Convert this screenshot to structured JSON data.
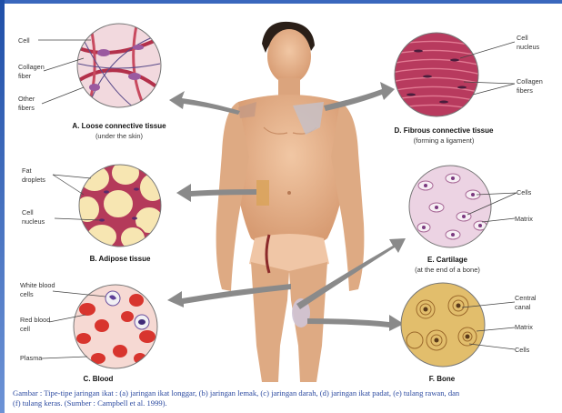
{
  "panels": {
    "a": {
      "title": "A. Loose connective tissue",
      "subtitle": "(under the skin)",
      "labels": [
        "Cell",
        "Collagen",
        "fiber",
        "Other",
        "fibers"
      ]
    },
    "b": {
      "title": "B. Adipose tissue",
      "labels": [
        "Fat",
        "droplets",
        "Cell",
        "nucleus"
      ]
    },
    "c": {
      "title": "C. Blood",
      "labels": [
        "White blood",
        "cells",
        "Red blood",
        "cell",
        "Plasma"
      ]
    },
    "d": {
      "title": "D. Fibrous connective tissue",
      "subtitle": "(forming a ligament)",
      "labels": [
        "Cell",
        "nucleus",
        "Collagen",
        "fibers"
      ]
    },
    "e": {
      "title": "E. Cartilage",
      "subtitle": "(at the end of a bone)",
      "labels": [
        "Cells",
        "Matrix"
      ]
    },
    "f": {
      "title": "F. Bone",
      "labels": [
        "Central",
        "canal",
        "Matrix",
        "Cells"
      ]
    }
  },
  "caption": {
    "line1": "Gambar : Tipe-tipe jaringan ikat : (a) jaringan ikat longgar, (b) jaringan lemak, (c) jaringan darah, (d) jaringan ikat padat, (e) tulang rawan, dan",
    "line2": "(f) tulang keras. (Sumber : Campbell et al. 1999)."
  },
  "colors": {
    "skin": "#e7b58f",
    "arrow": "#8a8a8a",
    "loose_bg": "#f2d9de",
    "adipose_fill": "#f7e6b2",
    "adipose_wall": "#b43a5a",
    "blood_bg": "#f6d9d3",
    "rbc": "#d8352e",
    "fibrous_bg": "#b83a5e",
    "cartilage_bg": "#ecd3e3",
    "bone_bg": "#e2be6c",
    "caption_text": "#2c4aa0"
  }
}
